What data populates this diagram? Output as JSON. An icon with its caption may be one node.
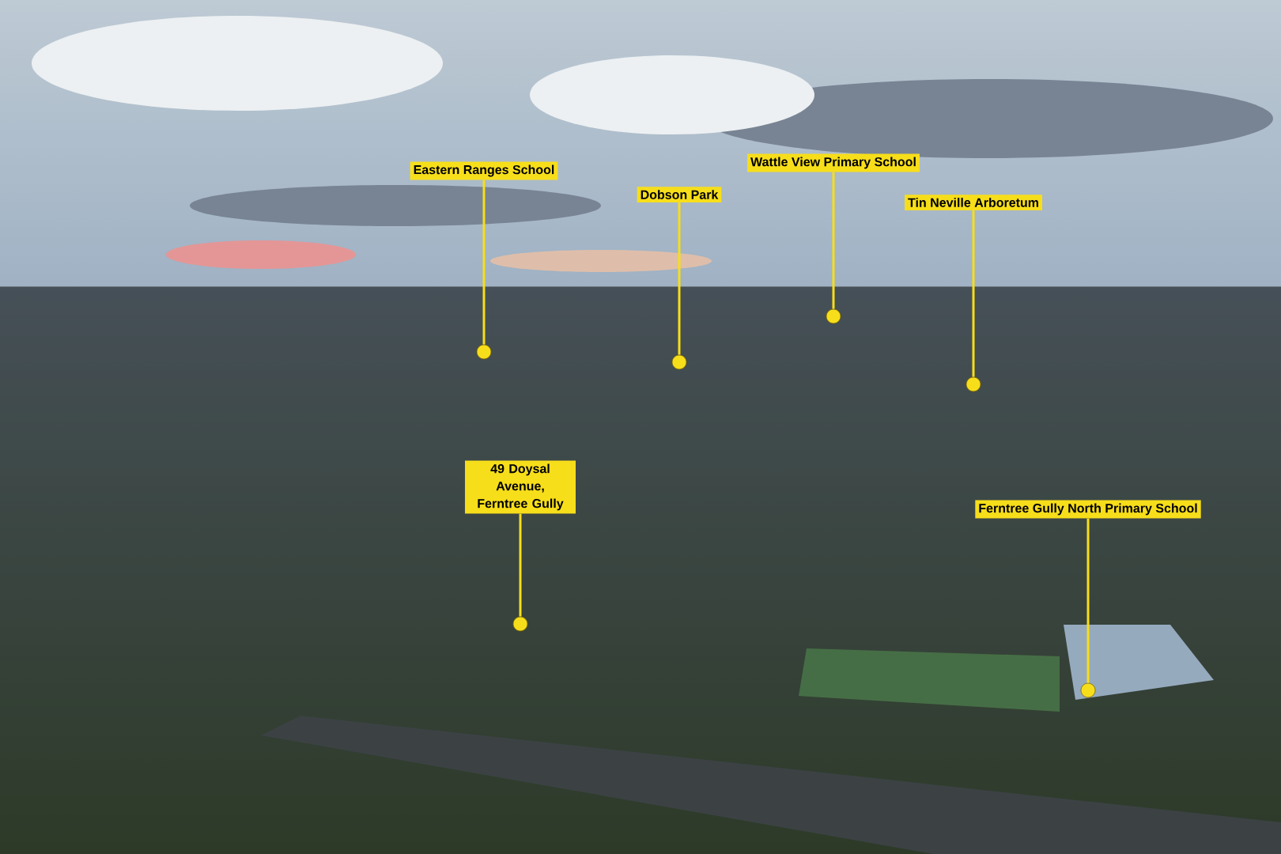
{
  "diagram": {
    "nodes": [
      {
        "text": [
          "Eastern Ranges School"
        ]
      },
      {
        "text": [],
        "shape": "circle"
      },
      {
        "text": [
          "Dobson Park"
        ]
      },
      {
        "text": [],
        "shape": "circle"
      },
      {
        "text": [
          "Wattle View Primary School"
        ]
      },
      {
        "text": [],
        "shape": "circle"
      },
      {
        "text": [
          "Tin Neville Arboretum"
        ]
      },
      {
        "text": [],
        "shape": "circle"
      },
      {
        "text": [
          "49 Doysal Avenue, Ferntree Gully"
        ]
      },
      {
        "text": [],
        "shape": "circle"
      },
      {
        "text": [
          "Ferntree Gully North Primary School"
        ]
      },
      {
        "text": [],
        "shape": "circle"
      }
    ],
    "edges": [
      {
        "from": 0,
        "to": 1,
        "arrow": "none"
      },
      {
        "from": 2,
        "to": 3,
        "arrow": "none"
      },
      {
        "from": 4,
        "to": 5,
        "arrow": "none"
      },
      {
        "from": 6,
        "to": 7,
        "arrow": "none"
      },
      {
        "from": 8,
        "to": 9,
        "arrow": "none"
      },
      {
        "from": 10,
        "to": 11,
        "arrow": "none"
      }
    ]
  }
}
